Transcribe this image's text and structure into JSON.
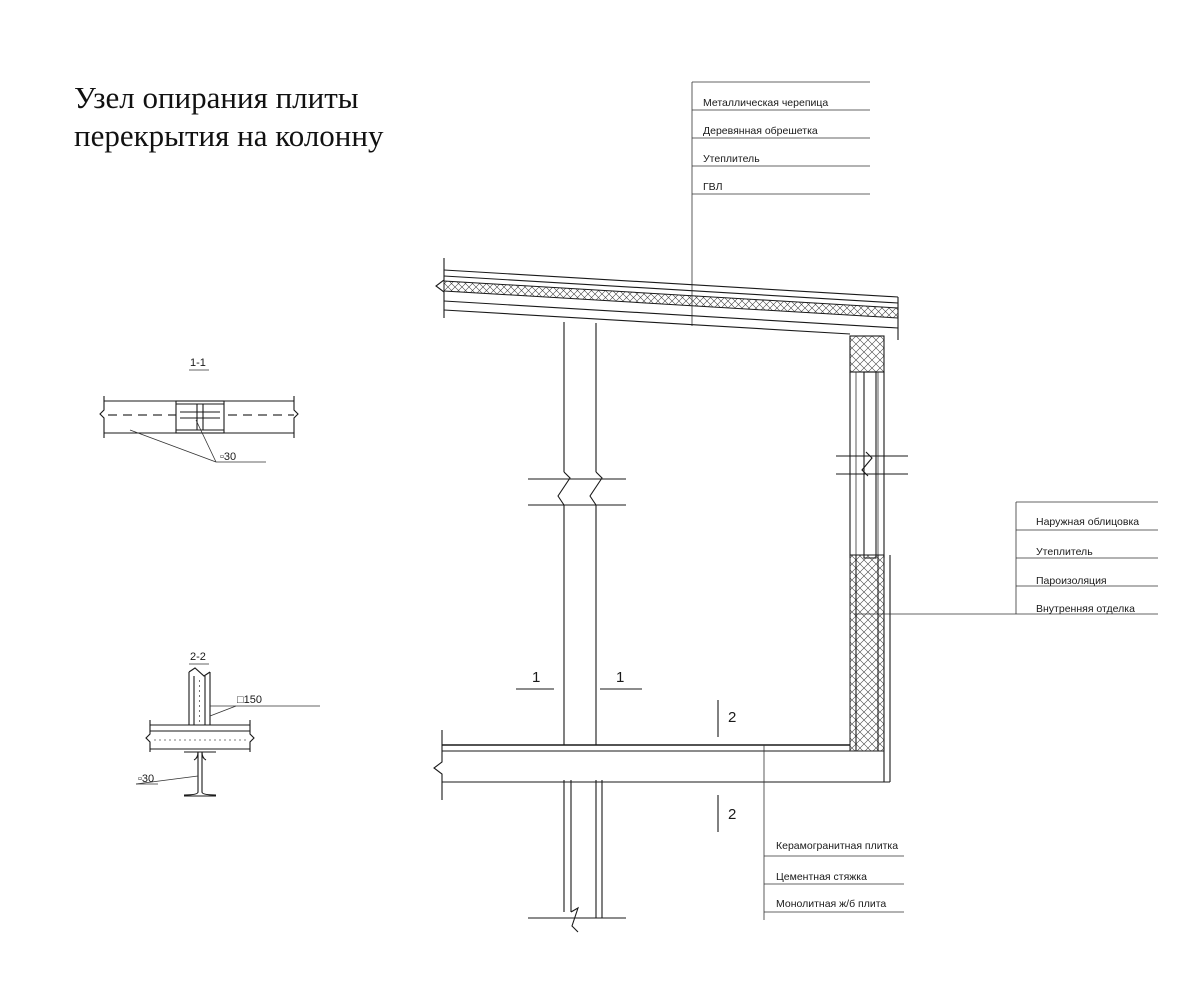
{
  "title": {
    "line1": "Узел опирания плиты",
    "line2": "перекрытия на колонну"
  },
  "roof_layers": [
    "Металлическая черепица",
    "Деревянная обрешетка",
    "Утеплитель",
    "ГВЛ"
  ],
  "wall_layers": [
    "Наружная облицовка",
    "Утеплитель",
    "Пароизоляция",
    "Внутренняя отделка"
  ],
  "floor_layers": [
    "Керамогранитная плитка",
    "Цементная стяжка",
    "Монолитная ж/б плита"
  ],
  "section_marks": {
    "s1": "1",
    "s2": "2"
  },
  "detail_1_1": {
    "title": "1-1",
    "plate": "▫30"
  },
  "detail_2_2": {
    "title": "2-2",
    "weld": "□150",
    "plate": "▫30"
  },
  "colors": {
    "line": "#1a1a1a",
    "background": "#ffffff"
  }
}
